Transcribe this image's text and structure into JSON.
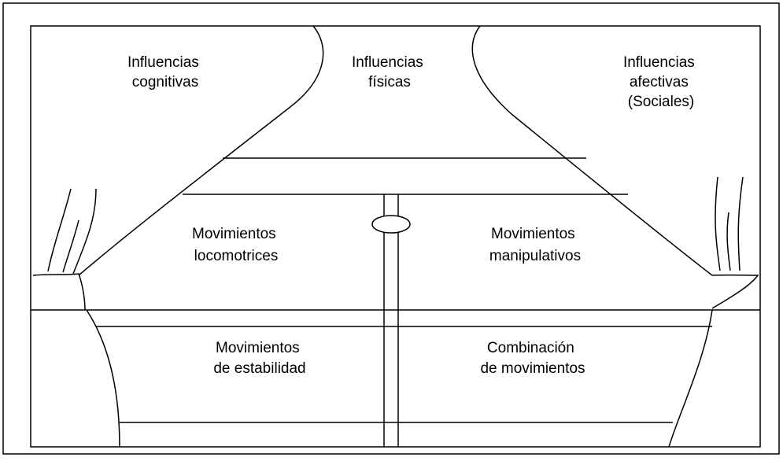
{
  "diagram": {
    "labels": {
      "cognitive": [
        "Influencias",
        "cognitivas"
      ],
      "physical": [
        "Influencias",
        "físicas"
      ],
      "affective": [
        "Influencias",
        "afectivas",
        "(Sociales)"
      ],
      "locomotor": [
        "Movimientos",
        "locomotrices"
      ],
      "manipulative": [
        "Movimientos",
        "manipulativos"
      ],
      "stability": [
        "Movimientos",
        "de estabilidad"
      ],
      "combination": [
        "Combinación",
        "de movimientos"
      ]
    }
  }
}
